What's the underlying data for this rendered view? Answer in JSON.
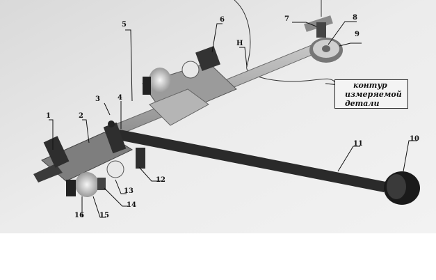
{
  "photo": {
    "background": "#e9e9e9",
    "description_icon": "photo-of-measuring-device"
  },
  "labels": {
    "n1": "1",
    "n2": "2",
    "n3": "3",
    "n4": "4",
    "n5": "5",
    "n6": "6",
    "n7": "7",
    "n8": "8",
    "n9": "9",
    "n10": "10",
    "n11": "11",
    "n12": "12",
    "n13": "13",
    "n14": "14",
    "n15": "15",
    "n16": "16",
    "H": "Н"
  },
  "callout": {
    "line1": "контур",
    "line2": "измеряемой",
    "line3": "детали"
  }
}
